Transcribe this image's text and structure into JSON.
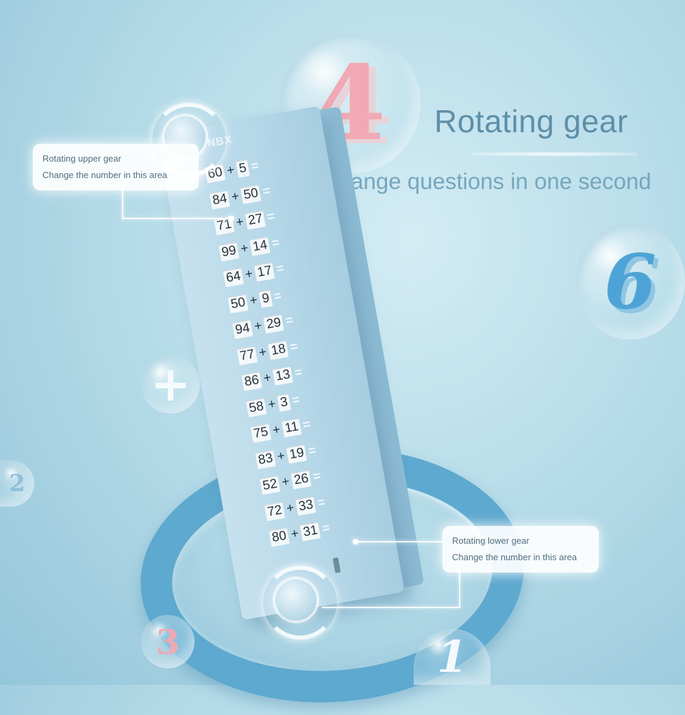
{
  "headline": "Rotating gear",
  "subline": "Change questions in one second",
  "device_logo": "NBX",
  "callouts": {
    "upper": {
      "title": "Rotating upper gear",
      "desc": "Change the number in this area"
    },
    "lower": {
      "title": "Rotating lower gear",
      "desc": "Change the number in this area"
    }
  },
  "problems": [
    {
      "a": "60",
      "op": "+",
      "b": "5",
      "eq": "="
    },
    {
      "a": "84",
      "op": "+",
      "b": "50",
      "eq": "="
    },
    {
      "a": "71",
      "op": "+",
      "b": "27",
      "eq": "="
    },
    {
      "a": "99",
      "op": "+",
      "b": "14",
      "eq": "="
    },
    {
      "a": "64",
      "op": "+",
      "b": "17",
      "eq": "="
    },
    {
      "a": "50",
      "op": "+",
      "b": "9",
      "eq": "="
    },
    {
      "a": "94",
      "op": "+",
      "b": "29",
      "eq": "="
    },
    {
      "a": "77",
      "op": "+",
      "b": "18",
      "eq": "="
    },
    {
      "a": "86",
      "op": "+",
      "b": "13",
      "eq": "="
    },
    {
      "a": "58",
      "op": "+",
      "b": "3",
      "eq": "="
    },
    {
      "a": "75",
      "op": "+",
      "b": "11",
      "eq": "="
    },
    {
      "a": "83",
      "op": "+",
      "b": "19",
      "eq": "="
    },
    {
      "a": "52",
      "op": "+",
      "b": "26",
      "eq": "="
    },
    {
      "a": "72",
      "op": "+",
      "b": "33",
      "eq": "="
    },
    {
      "a": "80",
      "op": "+",
      "b": "31",
      "eq": "="
    }
  ],
  "bubbles": {
    "four": "4",
    "six": "6",
    "plus": "+",
    "two": "2",
    "three": "3",
    "one": "1"
  },
  "colors": {
    "pink_digit": "#f0a9b5",
    "blue_digit": "#4ea3d6",
    "ring": "#5ea9cf"
  }
}
